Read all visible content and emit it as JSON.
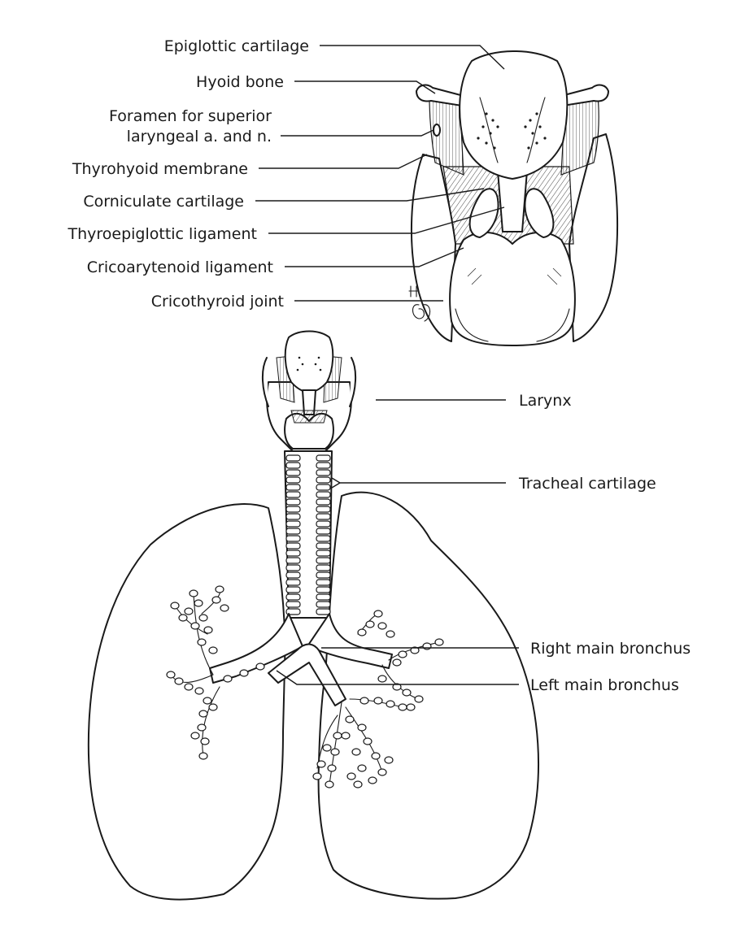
{
  "labels": {
    "epiglottic_cartilage": "Epiglottic cartilage",
    "hyoid_bone": "Hyoid bone",
    "foramen_line1": "Foramen for superior",
    "foramen_line2": "laryngeal a. and n.",
    "thyrohyoid_membrane": "Thyrohyoid membrane",
    "corniculate_cartilage": "Corniculate cartilage",
    "thyroepiglottic_ligament": "Thyroepiglottic ligament",
    "cricoarytenoid_ligament": "Cricoarytenoid ligament",
    "cricothyroid_joint": "Cricothyroid joint",
    "larynx": "Larynx",
    "tracheal_cartilage": "Tracheal cartilage",
    "right_main_bronchus": "Right main bronchus",
    "left_main_bronchus": "Left main bronchus"
  },
  "signature": "H.\nSB",
  "colors": {
    "ink": "#1a1a1a",
    "background": "#ffffff"
  }
}
